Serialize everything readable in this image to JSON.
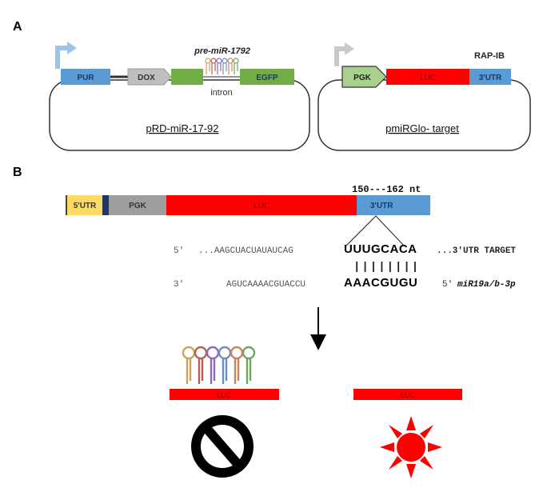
{
  "panelA": {
    "label": "A",
    "plasmid1": {
      "name": "pRD-miR-17-92",
      "mirna_label": "pre-miR-1792",
      "intron_label": "intron",
      "blocks": {
        "pur": "PUR",
        "dox": "DOX",
        "egfp": "EGFP"
      }
    },
    "plasmid2": {
      "name": "pmiRGlo- target",
      "insert_label": "RAP-IB",
      "blocks": {
        "pgk": "PGK",
        "luc": "LUC",
        "utr3": "3'UTR"
      }
    }
  },
  "panelB": {
    "label": "B",
    "construct": {
      "utr5": "5'UTR",
      "pgk": "PGK",
      "luc": "LUC",
      "utr3": "3'UTR"
    },
    "position_label": "150---162 nt",
    "target_line": {
      "prime5": "5'",
      "sequence_plain": "...AAGCUACUAUAUCAG",
      "seed": "UUUGCACA",
      "suffix": "...3'UTR TARGET"
    },
    "pairing": "||||||||",
    "mirna_line": {
      "prime3": "3'",
      "sequence_plain": "AGUCAAAACGUACCU",
      "seed": "AAACGUGU",
      "prime5": "5'",
      "name": "miR19a/b-3p"
    },
    "outcome": {
      "left_luc": "LUC",
      "right_luc": "LUC"
    }
  },
  "colors": {
    "blue": "#5b9bd5",
    "green": "#70ad47",
    "red": "#ff0000",
    "gray": "#9e9e9e",
    "yellow": "#ffd966",
    "navy": "#1f3864",
    "hairpins": [
      "#c9a35c",
      "#b45d55",
      "#8e6bb5",
      "#6b8fbf",
      "#d0805a",
      "#6fa55e"
    ]
  }
}
